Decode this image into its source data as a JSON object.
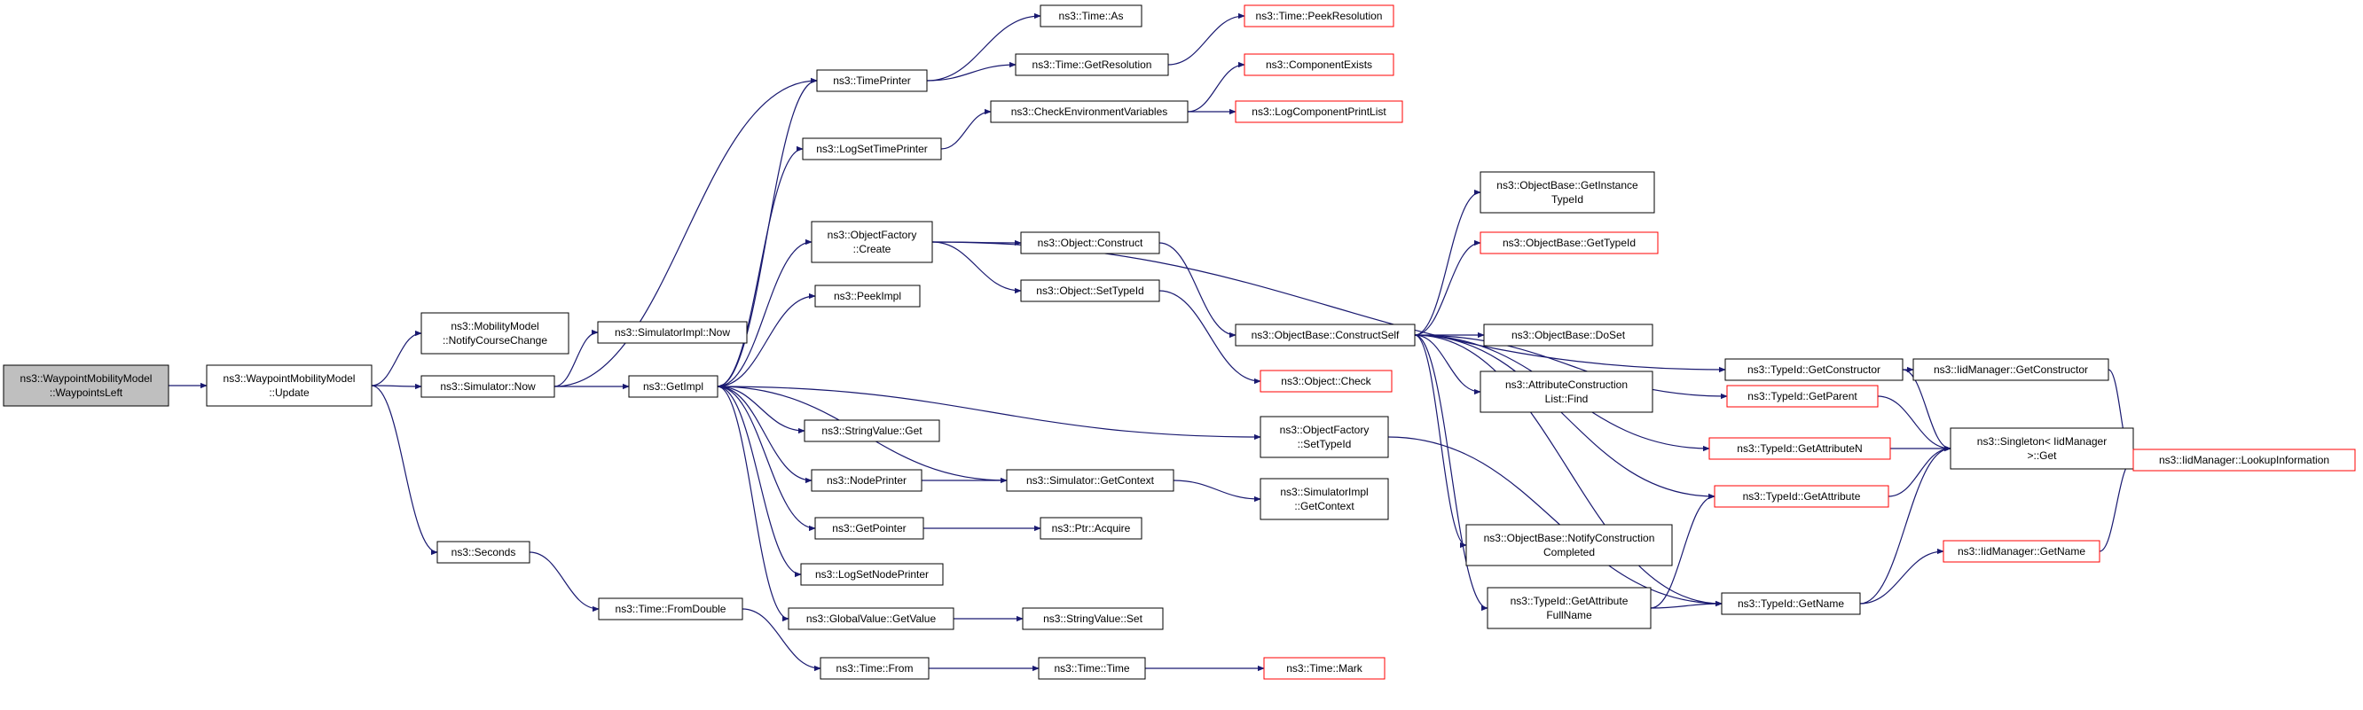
{
  "graph": {
    "colors": {
      "edge": "#191970",
      "node_border": "#000000",
      "unresolved_border": "#ff0000",
      "root_fill": "#bfbfbf",
      "node_fill": "#ffffff",
      "text": "#000000"
    },
    "nodes": [
      {
        "id": "root",
        "lines": [
          "ns3::WaypointMobilityModel",
          "::WaypointsLeft"
        ],
        "style": "root"
      },
      {
        "id": "update",
        "lines": [
          "ns3::WaypointMobilityModel",
          "::Update"
        ],
        "style": "normal"
      },
      {
        "id": "notifycc",
        "lines": [
          "ns3::MobilityModel",
          "::NotifyCourseChange"
        ],
        "style": "normal"
      },
      {
        "id": "simnow",
        "lines": [
          "ns3::Simulator::Now"
        ],
        "style": "normal"
      },
      {
        "id": "seconds",
        "lines": [
          "ns3::Seconds"
        ],
        "style": "normal"
      },
      {
        "id": "simimplnow",
        "lines": [
          "ns3::SimulatorImpl::Now"
        ],
        "style": "normal"
      },
      {
        "id": "getimpl",
        "lines": [
          "ns3::GetImpl"
        ],
        "style": "normal"
      },
      {
        "id": "fromdouble",
        "lines": [
          "ns3::Time::FromDouble"
        ],
        "style": "normal"
      },
      {
        "id": "timeprinter",
        "lines": [
          "ns3::TimePrinter"
        ],
        "style": "normal"
      },
      {
        "id": "logsettimeprinter",
        "lines": [
          "ns3::LogSetTimePrinter"
        ],
        "style": "normal"
      },
      {
        "id": "ofcreate",
        "lines": [
          "ns3::ObjectFactory",
          "::Create"
        ],
        "style": "normal"
      },
      {
        "id": "peekimpl",
        "lines": [
          "ns3::PeekImpl"
        ],
        "style": "normal"
      },
      {
        "id": "stringvalueget",
        "lines": [
          "ns3::StringValue::Get"
        ],
        "style": "normal"
      },
      {
        "id": "nodeprinter",
        "lines": [
          "ns3::NodePrinter"
        ],
        "style": "normal"
      },
      {
        "id": "getpointer",
        "lines": [
          "ns3::GetPointer"
        ],
        "style": "normal"
      },
      {
        "id": "logsetnodeprinter",
        "lines": [
          "ns3::LogSetNodePrinter"
        ],
        "style": "normal"
      },
      {
        "id": "globalvalue",
        "lines": [
          "ns3::GlobalValue::GetValue"
        ],
        "style": "normal"
      },
      {
        "id": "timefrom",
        "lines": [
          "ns3::Time::From"
        ],
        "style": "normal"
      },
      {
        "id": "timeas",
        "lines": [
          "ns3::Time::As"
        ],
        "style": "normal"
      },
      {
        "id": "getresolution",
        "lines": [
          "ns3::Time::GetResolution"
        ],
        "style": "normal"
      },
      {
        "id": "checkenv",
        "lines": [
          "ns3::CheckEnvironmentVariables"
        ],
        "style": "normal"
      },
      {
        "id": "objconstruct",
        "lines": [
          "ns3::Object::Construct"
        ],
        "style": "normal"
      },
      {
        "id": "objsettypeid",
        "lines": [
          "ns3::Object::SetTypeId"
        ],
        "style": "normal"
      },
      {
        "id": "simgetcontext",
        "lines": [
          "ns3::Simulator::GetContext"
        ],
        "style": "normal"
      },
      {
        "id": "ptracquire",
        "lines": [
          "ns3::Ptr::Acquire"
        ],
        "style": "normal"
      },
      {
        "id": "stringvalueset",
        "lines": [
          "ns3::StringValue::Set"
        ],
        "style": "normal"
      },
      {
        "id": "timetime",
        "lines": [
          "ns3::Time::Time"
        ],
        "style": "normal"
      },
      {
        "id": "peekresolution",
        "lines": [
          "ns3::Time::PeekResolution"
        ],
        "style": "red"
      },
      {
        "id": "componentexists",
        "lines": [
          "ns3::ComponentExists"
        ],
        "style": "red"
      },
      {
        "id": "logcomplist",
        "lines": [
          "ns3::LogComponentPrintList"
        ],
        "style": "red"
      },
      {
        "id": "constructself",
        "lines": [
          "ns3::ObjectBase::ConstructSelf"
        ],
        "style": "normal"
      },
      {
        "id": "objcheck",
        "lines": [
          "ns3::Object::Check"
        ],
        "style": "red"
      },
      {
        "id": "ofsettypeid",
        "lines": [
          "ns3::ObjectFactory",
          "::SetTypeId"
        ],
        "style": "normal"
      },
      {
        "id": "simimplgetcontext",
        "lines": [
          "ns3::SimulatorImpl",
          "::GetContext"
        ],
        "style": "normal"
      },
      {
        "id": "timemark",
        "lines": [
          "ns3::Time::Mark"
        ],
        "style": "red"
      },
      {
        "id": "getinstancetypeid",
        "lines": [
          "ns3::ObjectBase::GetInstance",
          "TypeId"
        ],
        "style": "normal"
      },
      {
        "id": "obgettypeid",
        "lines": [
          "ns3::ObjectBase::GetTypeId"
        ],
        "style": "red"
      },
      {
        "id": "doset",
        "lines": [
          "ns3::ObjectBase::DoSet"
        ],
        "style": "normal"
      },
      {
        "id": "acfind",
        "lines": [
          "ns3::AttributeConstruction",
          "List::Find"
        ],
        "style": "normal"
      },
      {
        "id": "notifyconstruction",
        "lines": [
          "ns3::ObjectBase::NotifyConstruction",
          "Completed"
        ],
        "style": "normal"
      },
      {
        "id": "getattributefullname",
        "lines": [
          "ns3::TypeId::GetAttribute",
          "FullName"
        ],
        "style": "normal"
      },
      {
        "id": "getconstructor",
        "lines": [
          "ns3::TypeId::GetConstructor"
        ],
        "style": "normal"
      },
      {
        "id": "getparent",
        "lines": [
          "ns3::TypeId::GetParent"
        ],
        "style": "red"
      },
      {
        "id": "getattributen",
        "lines": [
          "ns3::TypeId::GetAttributeN"
        ],
        "style": "red"
      },
      {
        "id": "getattribute",
        "lines": [
          "ns3::TypeId::GetAttribute"
        ],
        "style": "red"
      },
      {
        "id": "getname",
        "lines": [
          "ns3::TypeId::GetName"
        ],
        "style": "normal"
      },
      {
        "id": "iidgetconstructor",
        "lines": [
          "ns3::IidManager::GetConstructor"
        ],
        "style": "normal"
      },
      {
        "id": "singletonget",
        "lines": [
          "ns3::Singleton< IidManager",
          ">::Get"
        ],
        "style": "normal"
      },
      {
        "id": "iidgetname",
        "lines": [
          "ns3::IidManager::GetName"
        ],
        "style": "red"
      },
      {
        "id": "lookupinfo",
        "lines": [
          "ns3::IidManager::LookupInformation"
        ],
        "style": "red"
      }
    ],
    "edges": [
      [
        "root",
        "update"
      ],
      [
        "update",
        "notifycc"
      ],
      [
        "update",
        "simnow"
      ],
      [
        "update",
        "seconds"
      ],
      [
        "simnow",
        "simimplnow"
      ],
      [
        "simnow",
        "getimpl"
      ],
      [
        "simnow",
        "timeprinter"
      ],
      [
        "seconds",
        "fromdouble"
      ],
      [
        "fromdouble",
        "timefrom"
      ],
      [
        "timefrom",
        "timetime"
      ],
      [
        "timetime",
        "timemark"
      ],
      [
        "getimpl",
        "timeprinter"
      ],
      [
        "getimpl",
        "logsettimeprinter"
      ],
      [
        "getimpl",
        "ofcreate"
      ],
      [
        "getimpl",
        "peekimpl"
      ],
      [
        "getimpl",
        "stringvalueget"
      ],
      [
        "getimpl",
        "nodeprinter"
      ],
      [
        "getimpl",
        "getpointer"
      ],
      [
        "getimpl",
        "logsetnodeprinter"
      ],
      [
        "getimpl",
        "globalvalue"
      ],
      [
        "getimpl",
        "ofsettypeid"
      ],
      [
        "timeprinter",
        "timeas"
      ],
      [
        "timeprinter",
        "getresolution"
      ],
      [
        "getresolution",
        "peekresolution"
      ],
      [
        "logsettimeprinter",
        "checkenv"
      ],
      [
        "checkenv",
        "componentexists"
      ],
      [
        "checkenv",
        "logcomplist"
      ],
      [
        "ofcreate",
        "objconstruct"
      ],
      [
        "ofcreate",
        "objsettypeid"
      ],
      [
        "ofcreate",
        "getconstructor"
      ],
      [
        "nodeprinter",
        "simgetcontext"
      ],
      [
        "simgetcontext",
        "getimpl"
      ],
      [
        "simgetcontext",
        "simimplgetcontext"
      ],
      [
        "getpointer",
        "ptracquire"
      ],
      [
        "globalvalue",
        "stringvalueset"
      ],
      [
        "objconstruct",
        "constructself"
      ],
      [
        "objsettypeid",
        "objcheck"
      ],
      [
        "ofsettypeid",
        "getname"
      ],
      [
        "constructself",
        "getinstancetypeid"
      ],
      [
        "constructself",
        "obgettypeid"
      ],
      [
        "constructself",
        "doset"
      ],
      [
        "constructself",
        "acfind"
      ],
      [
        "constructself",
        "notifyconstruction"
      ],
      [
        "constructself",
        "getattributefullname"
      ],
      [
        "constructself",
        "getparent"
      ],
      [
        "constructself",
        "getattributen"
      ],
      [
        "constructself",
        "getattribute"
      ],
      [
        "constructself",
        "getname"
      ],
      [
        "getattributefullname",
        "getattribute"
      ],
      [
        "getattributefullname",
        "getname"
      ],
      [
        "getconstructor",
        "iidgetconstructor"
      ],
      [
        "getconstructor",
        "singletonget"
      ],
      [
        "getparent",
        "singletonget"
      ],
      [
        "getattributen",
        "singletonget"
      ],
      [
        "getattribute",
        "singletonget"
      ],
      [
        "getname",
        "singletonget"
      ],
      [
        "getname",
        "iidgetname"
      ],
      [
        "iidgetconstructor",
        "lookupinfo"
      ],
      [
        "iidgetname",
        "lookupinfo"
      ]
    ]
  }
}
